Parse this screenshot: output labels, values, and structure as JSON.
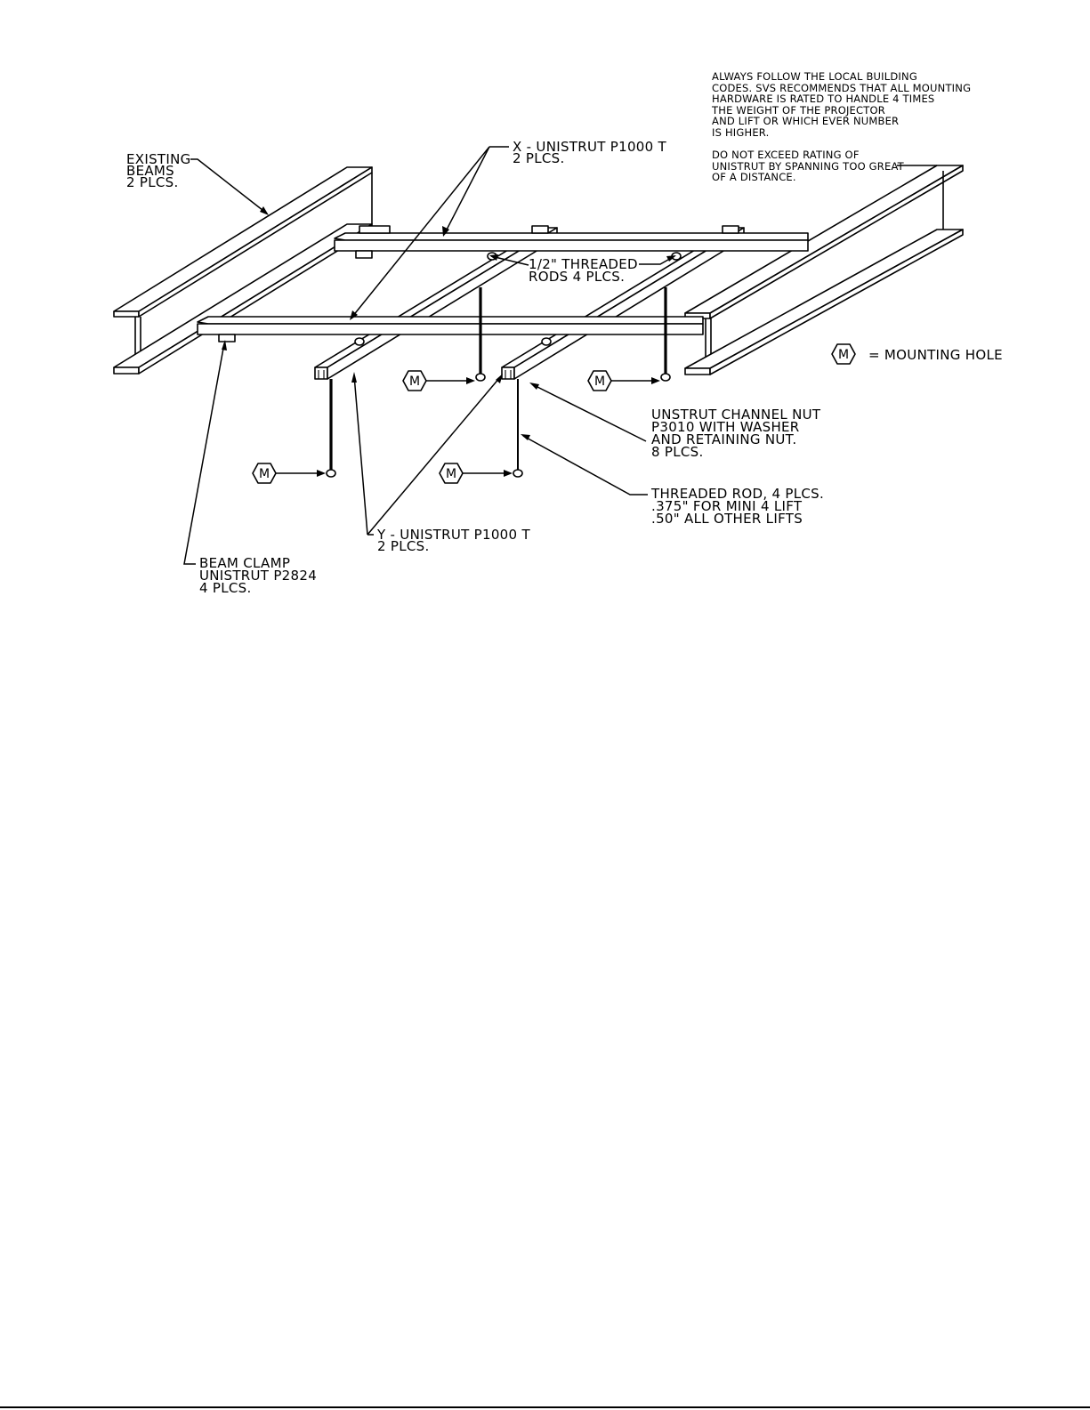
{
  "notes": {
    "building_codes": [
      "ALWAYS FOLLOW THE LOCAL BUILDING",
      "CODES. SVS RECOMMENDS THAT ALL MOUNTING",
      "HARDWARE IS RATED  TO HANDLE 4 TIMES",
      "THE WEIGHT OF THE PROJECTOR",
      "AND LIFT OR WHICH EVER NUMBER",
      "IS HIGHER."
    ],
    "unistrut_rating": [
      "DO NOT EXCEED RATING OF",
      "UNISTRUT BY SPANNING TOO GREAT",
      "OF A DISTANCE."
    ]
  },
  "callouts": {
    "existing_beams": [
      "EXISTING",
      "BEAMS",
      "2 PLCS."
    ],
    "x_unistrut": [
      "X  -  UNISTRUT P1000 T",
      "2 PLCS."
    ],
    "threaded_rods": [
      "1/2\" THREADED",
      "RODS 4 PLCS."
    ],
    "channel_nut": [
      "UNSTRUT CHANNEL NUT",
      "P3010 WITH WASHER",
      "AND RETAINING NUT.",
      "8 PLCS."
    ],
    "threaded_rod_sizes": [
      "THREADED ROD, 4 PLCS.",
      ".375\" FOR MINI 4 LIFT",
      ".50\" ALL OTHER LIFTS"
    ],
    "y_unistrut": [
      "Y  -  UNISTRUT P1000 T",
      "2 PLCS."
    ],
    "beam_clamp": [
      "BEAM CLAMP",
      "UNISTRUT P2824",
      "4 PLCS."
    ]
  },
  "legend": {
    "symbol": "M",
    "text": "=  MOUNTING HOLE"
  },
  "mounting_hole_symbol": "M"
}
